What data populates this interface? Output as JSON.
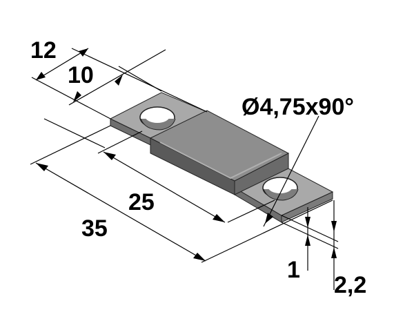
{
  "labels": {
    "dim_12": "12",
    "dim_10": "10",
    "dim_hole": "Ø4,75x90°",
    "dim_25": "25",
    "dim_35": "35",
    "dim_1": "1",
    "dim_2_2": "2,2"
  },
  "colors": {
    "lead_top": "#a9a9a9",
    "lead_side": "#6f6f6f",
    "body_top": "#8e8e8e",
    "body_side": "#5a5a5a",
    "hole_inner": "#ffffff",
    "line": "#000000"
  }
}
